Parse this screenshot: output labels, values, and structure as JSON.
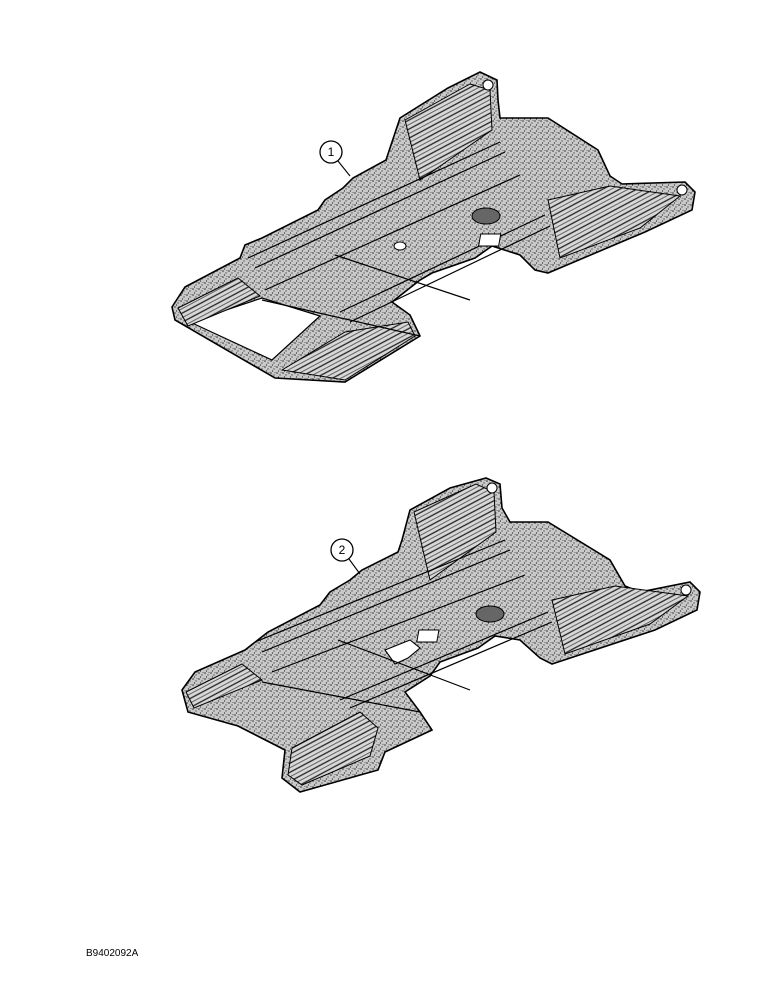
{
  "figure": {
    "code": "B9402092A",
    "callouts": [
      {
        "id": "1",
        "label": "1"
      },
      {
        "id": "2",
        "label": "2"
      }
    ]
  },
  "colors": {
    "line": "#000000",
    "carpet": "#b4b4b4",
    "background": "#ffffff"
  }
}
